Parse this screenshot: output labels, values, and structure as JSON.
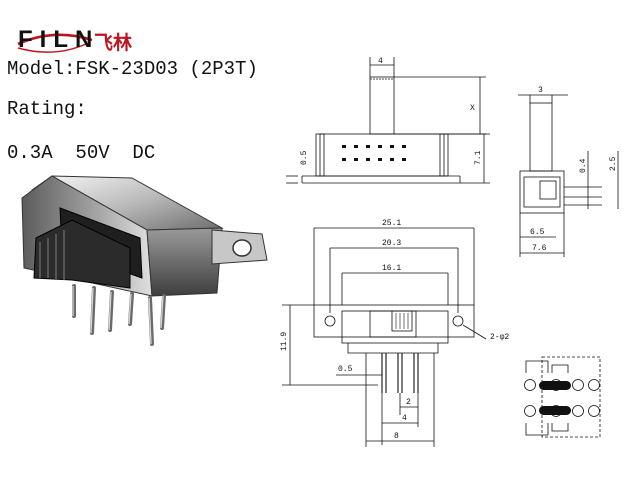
{
  "brand": {
    "logo_text": "FILN",
    "logo_cn": "飞林",
    "accent_color": "#c1121f"
  },
  "spec": {
    "model": "Model:FSK-23D03 (2P3T)",
    "rating_label": "Rating:",
    "rating_values": "0.3A  50V  DC"
  },
  "drawing_labels": {
    "top_actuator_width": "4",
    "top_travel": "X",
    "top_thickness": "0.5",
    "top_height": "7.1",
    "side_top": "3",
    "side_pin": "0.4",
    "side_height": "2.5",
    "side_depth_inner": "6.5",
    "side_depth_outer": "7.6",
    "front_total": "25.1",
    "front_holes_span": "20.3",
    "front_body": "16.1",
    "front_holes": "2-φ2",
    "front_height": "11.9",
    "front_pin_offset": "0.5",
    "front_pitch": "2",
    "front_pin_span_small": "4",
    "front_pin_span": "8"
  }
}
